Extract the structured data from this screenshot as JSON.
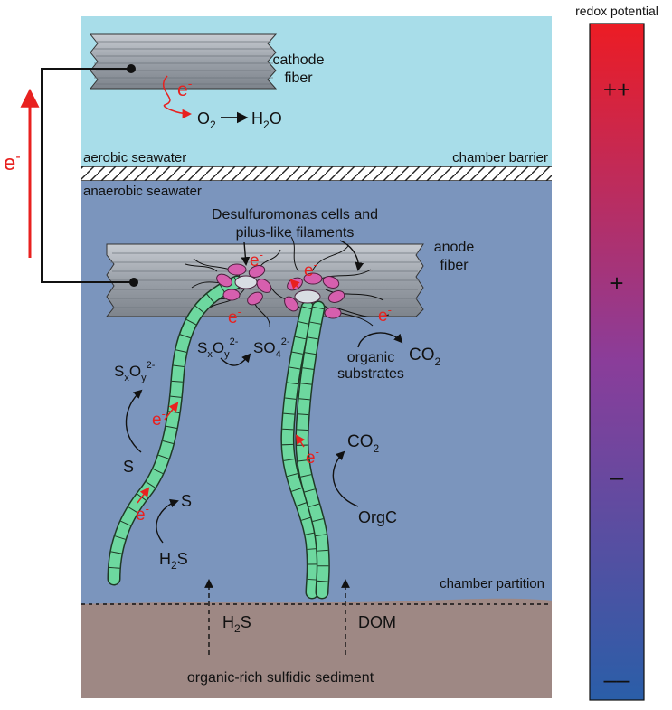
{
  "labels": {
    "redox_title": "redox potential",
    "cathode_line1": "cathode",
    "cathode_line2": "fiber",
    "aerobic": "aerobic seawater",
    "chamber_barrier": "chamber barrier",
    "anaerobic": "anaerobic seawater",
    "desulf_line1": "Desulfuromonas cells and",
    "desulf_line2": "pilus-like filaments",
    "anode_line1": "anode",
    "anode_line2": "fiber",
    "organic_line1": "organic",
    "organic_line2": "substrates",
    "chamber_partition": "chamber partition",
    "sediment": "organic-rich sulfidic sediment",
    "electron_e": "e",
    "electron_charge": "-",
    "s": "S",
    "h": "H",
    "o": "O",
    "co2": "CO",
    "orgc": "OrgC",
    "dom": "DOM",
    "sub_x": "x",
    "sub_y": "y",
    "sub_2": "2",
    "sub_4": "4",
    "sup_2minus": "2-"
  },
  "redox_scale": {
    "ticks": [
      "++",
      "+",
      "–",
      "––"
    ]
  },
  "colors": {
    "aerobic_water": "#a8dde9",
    "anaerobic_water": "#7b95bd",
    "sediment": "#9e8884",
    "electron": "#e8211f",
    "filament": "#6dd89f",
    "cell": "#d65fae",
    "fiber": "#9aa0a8",
    "redox_top": "#ec1c24",
    "redox_mid": "#8a3d9a",
    "redox_bottom": "#2a5ea8"
  }
}
